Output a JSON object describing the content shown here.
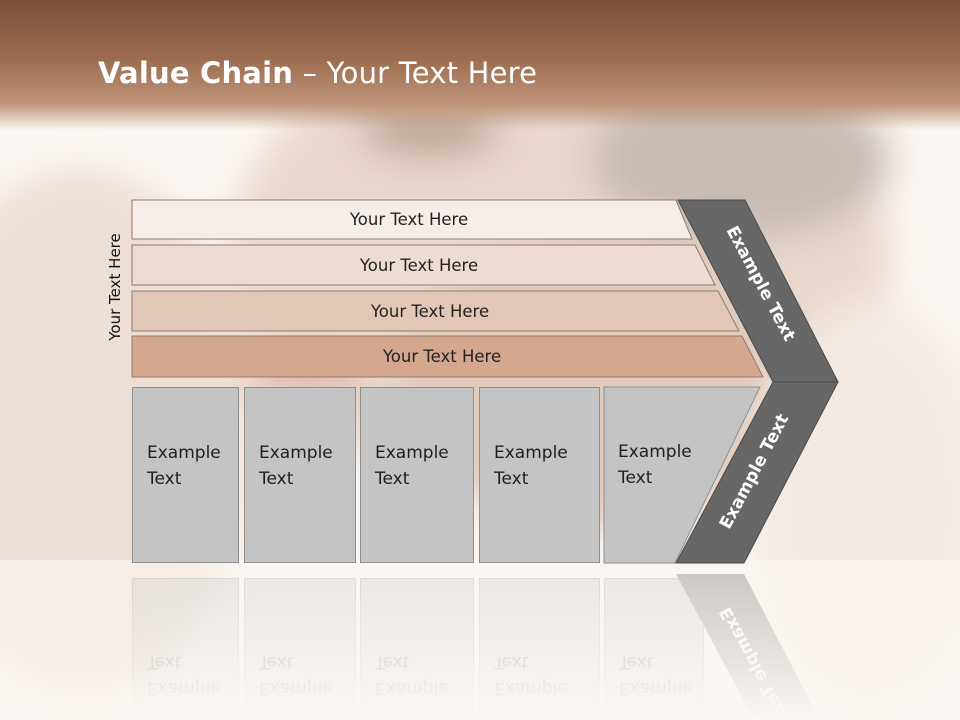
{
  "slide": {
    "title_bold": "Value Chain",
    "title_rest": " – Your Text Here",
    "side_label": "Your Text Here"
  },
  "support_rows": [
    {
      "label": "Your Text Here",
      "color": "#f5ede8"
    },
    {
      "label": "Your Text Here",
      "color": "#ecdcd2"
    },
    {
      "label": "Your Text Here",
      "color": "#e3c7b6"
    },
    {
      "label": "Your Text Here",
      "color": "#d4a88e"
    }
  ],
  "primary_boxes": [
    {
      "line1": "Example",
      "line2": "Text"
    },
    {
      "line1": "Example",
      "line2": "Text"
    },
    {
      "line1": "Example",
      "line2": "Text"
    },
    {
      "line1": "Example",
      "line2": "Text"
    },
    {
      "line1": "Example",
      "line2": "Text"
    }
  ],
  "margin_arrow": {
    "upper_label": "Example Text",
    "lower_label": "Example Text",
    "color": "#676767"
  },
  "colors": {
    "header_brown": "#8a5c42",
    "box_gray": "#c4c4c4"
  }
}
